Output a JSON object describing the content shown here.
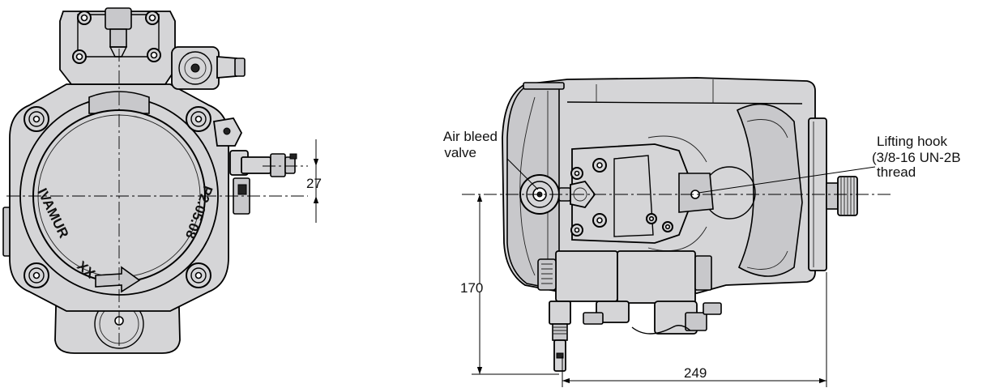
{
  "labels": {
    "air_bleed_line1": "Air bleed",
    "air_bleed_line2": "valve",
    "lifting_line1": "Lifting hook",
    "lifting_line2": "(3/8-16 UN-2B",
    "lifting_line3": "thread"
  },
  "dimensions": {
    "offset": "27",
    "height": "170",
    "length": "249"
  },
  "casting_marks": {
    "left": "IVAMUR",
    "right": "P2.05.08",
    "bottom": "XX"
  }
}
